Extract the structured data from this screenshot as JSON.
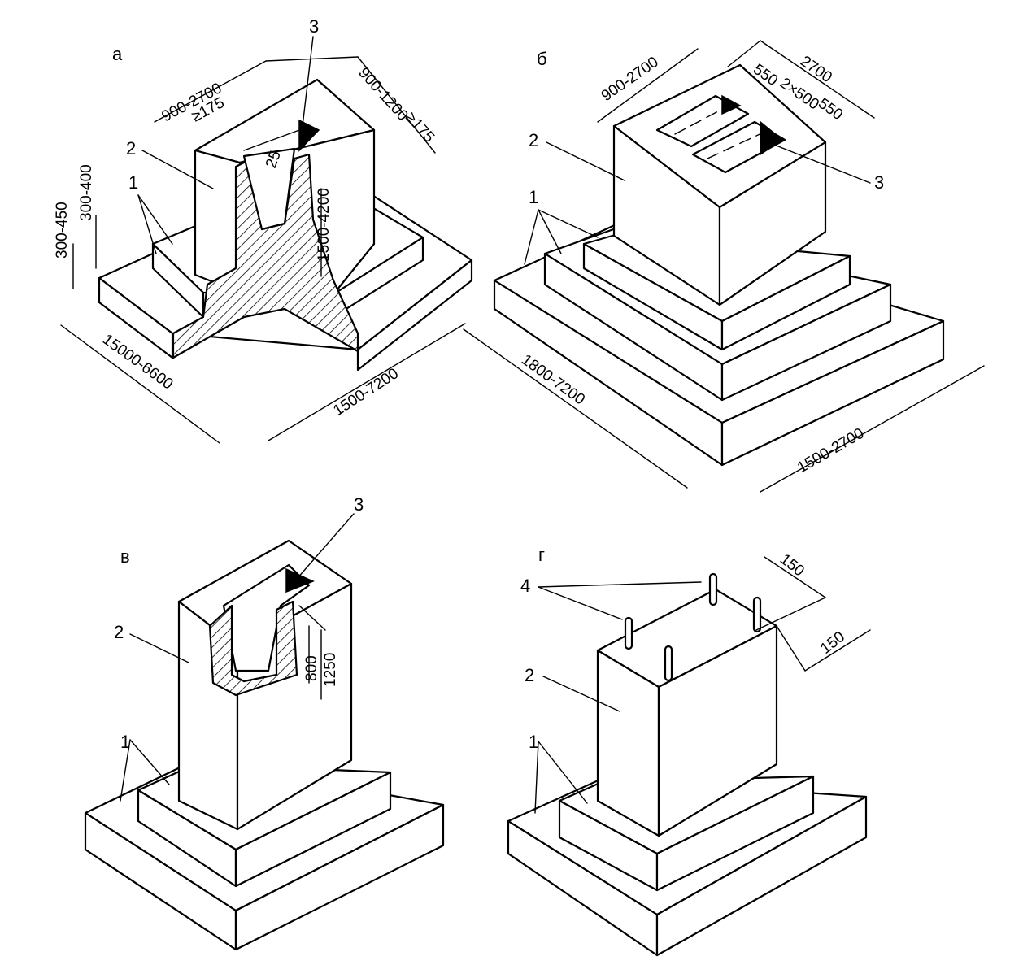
{
  "figure": {
    "panels": {
      "a": {
        "letter": "а",
        "callouts": [
          "1",
          "2",
          "3"
        ],
        "dims": {
          "top_width": "900-2700",
          "top_right": "900-1200",
          "wall_min_a": "≥175",
          "wall_min_b": "≥175",
          "slope": "25",
          "height_total": "300-450",
          "step_height": "300-400",
          "socket_depth": "1500-4200",
          "base_left": "15000-6600",
          "base_right": "1500-7200"
        }
      },
      "b": {
        "letter": "б",
        "callouts": [
          "1",
          "2",
          "3"
        ],
        "dims": {
          "top_width": "900-2700",
          "top_right": "2700",
          "socket_w": "550",
          "socket_gap": "2×500",
          "socket_w2": "550",
          "base_left": "1800-7200",
          "base_right": "1500-2700"
        }
      },
      "c": {
        "letter": "в",
        "callouts": [
          "1",
          "2",
          "3"
        ],
        "dims": {
          "socket_a": "800",
          "socket_b": "1250"
        }
      },
      "d": {
        "letter": "г",
        "callouts": [
          "1",
          "2",
          "4"
        ],
        "dims": {
          "offset_a": "150",
          "offset_b": "150"
        }
      }
    }
  }
}
